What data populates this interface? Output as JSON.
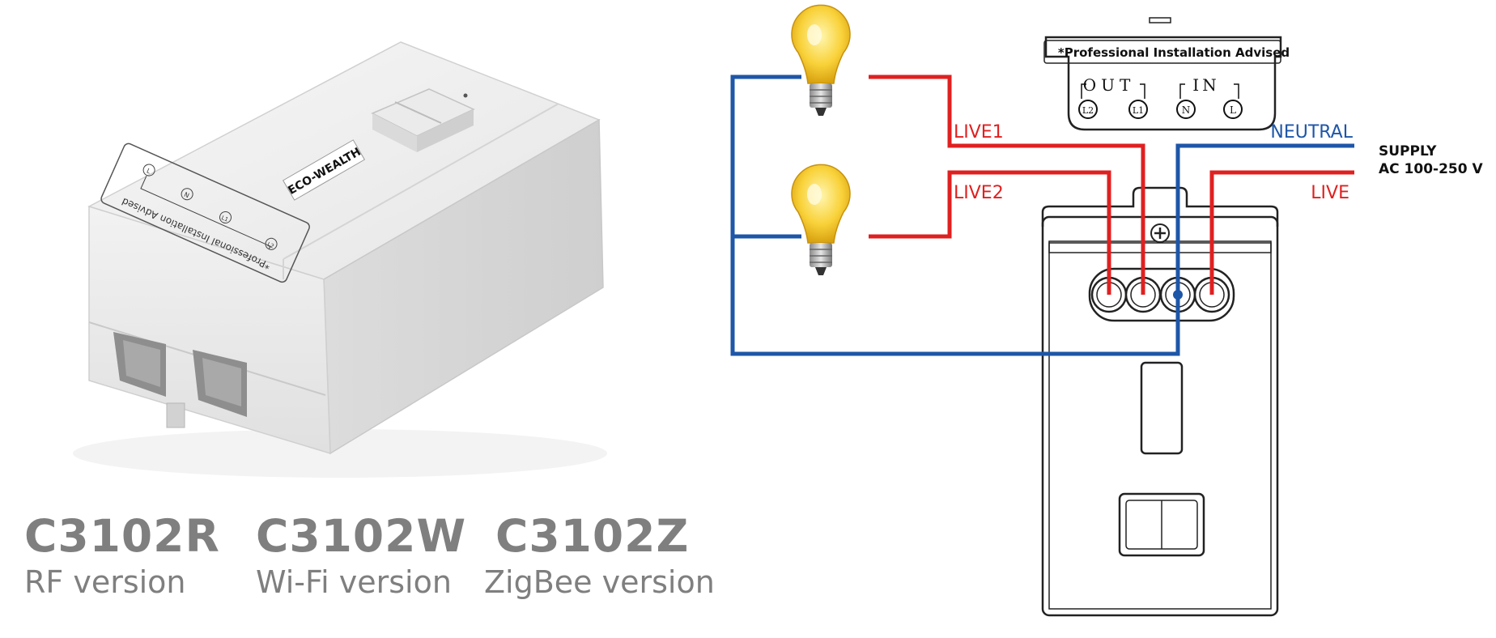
{
  "device": {
    "label_text": "*Professional Installation Advised",
    "brand_text": "ECO-WEALTH",
    "terminals": [
      "L",
      "N",
      "L1",
      "L2"
    ]
  },
  "models": [
    {
      "code": "C3102R",
      "version": "RF version"
    },
    {
      "code": "C3102W",
      "version": "Wi-Fi version"
    },
    {
      "code": "C3102Z",
      "version": "ZigBee version"
    }
  ],
  "diagram": {
    "advisory": "*Professional Installation Advised",
    "out_label": "OUT",
    "in_label": "IN",
    "terminals": [
      "L2",
      "L1",
      "N",
      "L"
    ],
    "wire_labels": {
      "live1": "LIVE1",
      "live2": "LIVE2",
      "neutral": "NEUTRAL",
      "live": "LIVE"
    },
    "supply_line1": "SUPPLY",
    "supply_line2": "AC 100-250 V"
  },
  "colors": {
    "live_wire": "#e02020",
    "neutral_wire": "#1e56a8",
    "label_grey": "#7f7f7f",
    "bulb_glass": "#f7c51a",
    "outline": "#1a1a1a"
  },
  "icons": [
    "lightbulb-icon",
    "lightbulb-icon",
    "screw-icon"
  ]
}
